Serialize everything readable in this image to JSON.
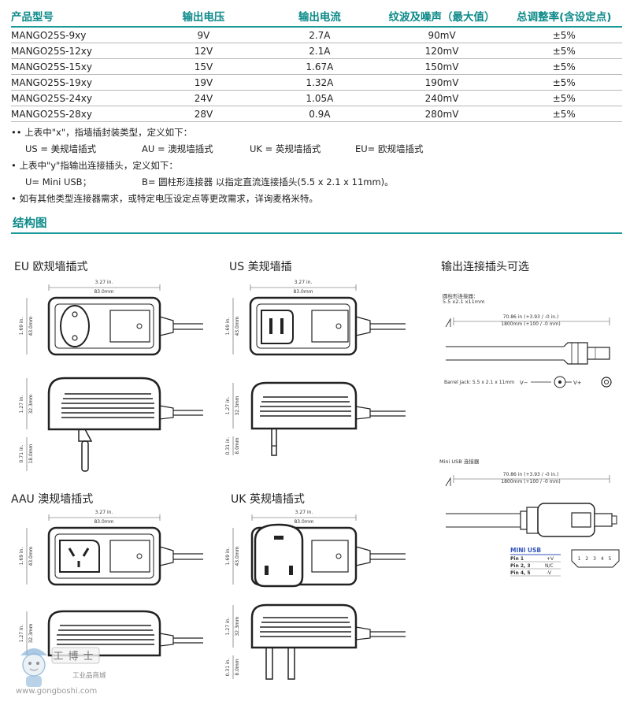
{
  "table": {
    "headers": [
      "产品型号",
      "输出电压",
      "输出电流",
      "纹波及噪声（最大值）",
      "总调整率(含设定点)"
    ],
    "rows": [
      [
        "MANGO25S-9xy",
        "9V",
        "2.7A",
        "90mV",
        "±5%"
      ],
      [
        "MANGO25S-12xy",
        "12V",
        "2.1A",
        "120mV",
        "±5%"
      ],
      [
        "MANGO25S-15xy",
        "15V",
        "1.67A",
        "150mV",
        "±5%"
      ],
      [
        "MANGO25S-19xy",
        "19V",
        "1.32A",
        "190mV",
        "±5%"
      ],
      [
        "MANGO25S-24xy",
        "24V",
        "1.05A",
        "240mV",
        "±5%"
      ],
      [
        "MANGO25S-28xy",
        "28V",
        "0.9A",
        "280mV",
        "±5%"
      ]
    ]
  },
  "notes": {
    "x_note": "•• 上表中\"x\"，指墙插封装类型，定义如下：",
    "x_items": [
      "US = 美规墙插式",
      "AU = 澳规墙插式",
      "UK = 英规墙插式",
      "EU= 欧规墙插式"
    ],
    "y_note": "• 上表中\"y\"指输出连接插头，定义如下：",
    "y_items": [
      "U= Mini USB；",
      "B= 圆柱形连接器 以指定直流连接插头(5.5 x 2.1 x 11mm)。"
    ],
    "other_note": "• 如有其他类型连接器需求，或特定电压设定点等更改需求，详询麦格米特。"
  },
  "section_title": "结构图",
  "diagrams": {
    "eu_title": "EU 欧规墙插式",
    "us_title": "US 美规墙插",
    "aau_title": "AAU 澳规墙插式",
    "uk_title": "UK 英规墙插式",
    "connector_title": "输出连接插头可选",
    "width_in": "3.27 in.",
    "width_mm": "83.0mm",
    "height_in": "1.69 in.",
    "height_mm": "43.0mm",
    "depth_in": "1.27 in.",
    "depth_mm": "32.3mm",
    "eu_pin_in": "0.71 in.",
    "eu_pin_mm": "18.0mm",
    "pin_in": "0.31 in.",
    "pin_mm": "8.0mm"
  },
  "connectors": {
    "barrel_label": "圆柱形连接器：",
    "barrel_size": "5.5 x2.1 x11mm",
    "cable_in": "70.86 in (+3.93 / -0 in.)",
    "cable_mm": "1800mm (+100 / -0 mm)",
    "barrel_jack": "Barrel Jack:  5.5 x 2.1 x 11mm",
    "v_minus": "V−",
    "v_plus": "V+",
    "mini_usb_label": "Mini USB 连接器",
    "mini_usb_heading": "MINI USB",
    "pins": [
      [
        "Pin 1",
        "+V"
      ],
      [
        "Pin 2, 3",
        "N/C"
      ],
      [
        "Pin 4, 5",
        "-V"
      ]
    ],
    "pin_numbers": "1 2 3 4 5"
  },
  "watermark": {
    "name": "工博士",
    "subtitle": "工业品商城",
    "url": "www.gongboshi.com"
  }
}
